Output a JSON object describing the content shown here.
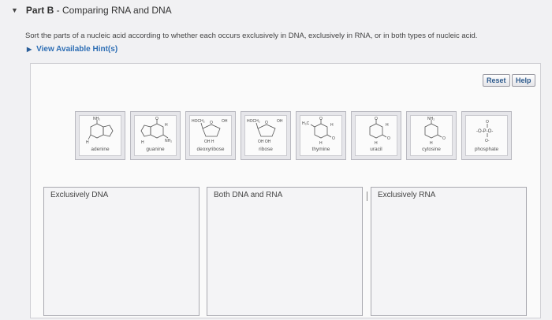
{
  "part": {
    "caret": "▼",
    "prefix": "Part B",
    "title": "- Comparing RNA and DNA"
  },
  "instruction": "Sort the parts of a nucleic acid according to whether each occurs exclusively in DNA, exclusively in RNA, or in both types of nucleic acid.",
  "hints": {
    "icon": "play-triangle-icon",
    "label": "View Available Hint(s)"
  },
  "buttons": {
    "reset": "Reset",
    "help": "Help"
  },
  "tiles": [
    {
      "id": "adenine",
      "label": "adenine"
    },
    {
      "id": "guanine",
      "label": "guanine"
    },
    {
      "id": "deoxyribose",
      "label": "deoxyribose"
    },
    {
      "id": "ribose",
      "label": "ribose"
    },
    {
      "id": "thymine",
      "label": "thymine"
    },
    {
      "id": "uracil",
      "label": "uracil"
    },
    {
      "id": "cytosine",
      "label": "cytosine"
    },
    {
      "id": "phosphate",
      "label": "phosphate"
    }
  ],
  "zones": {
    "dna": "Exclusively DNA",
    "both": "Both DNA and RNA",
    "rna": "Exclusively RNA"
  },
  "structure_text": {
    "nh2": "NH₂",
    "h": "H",
    "o": "O",
    "n": "N",
    "hoch2": "HOCH₂",
    "oh": "OH",
    "oh_h": "OH H",
    "oh_oh": "OH OH",
    "h3c": "H₃C",
    "phosphate_line": "-O-P-O-",
    "phosphate_bottom": "O-"
  }
}
